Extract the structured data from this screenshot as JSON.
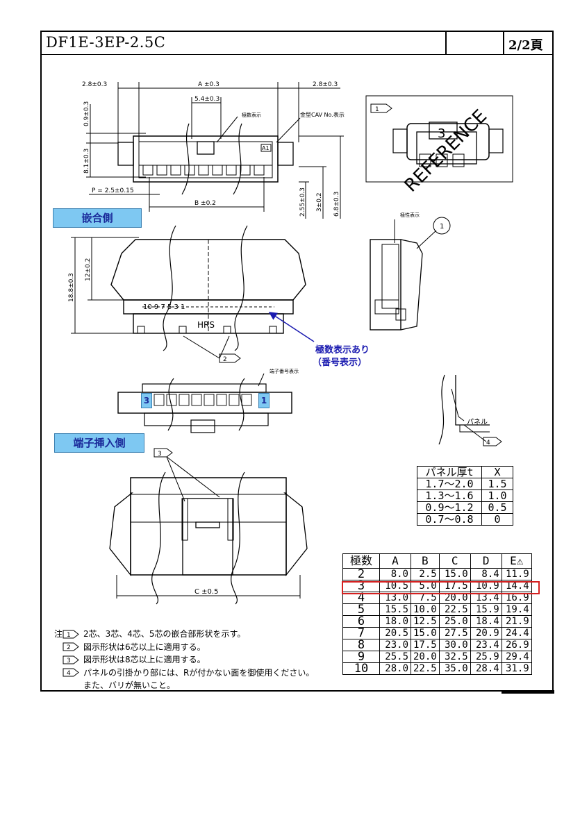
{
  "header": {
    "part_number": "DF1E-3EP-2.5C",
    "page": "2/2頁"
  },
  "top_view": {
    "dim_2_8_left": "2.8±0.3",
    "dim_A": "A ±0.3",
    "dim_2_8_right": "2.8±0.3",
    "dim_5_4": "5.4±0.3",
    "dim_0_9": "0.9±0.3",
    "dim_8_1": "8.1±0.3",
    "dim_P": "P = 2.5±0.15",
    "dim_B": "B ±0.2",
    "dim_2_55": "2.55±0.3",
    "dim_3": "3±0.2",
    "dim_6_8": "6.8±0.3",
    "lbl_poles": "極数表示",
    "lbl_cav": "金型CAV No.表示",
    "cav_mark": "A1"
  },
  "detail1": {
    "callout": "1",
    "pole_mark": "3",
    "watermark": "REFERENCE"
  },
  "mating_section": {
    "tag": "嵌合側",
    "dim_18_8": "18.8±0.3",
    "dim_12": "12±0.2",
    "scale_marks": "10 9 7 5 3 1",
    "logo": "HRS",
    "callout": "2",
    "note_line1": "極数表示あり",
    "note_line2": "（番号表示）"
  },
  "side_view": {
    "lbl_polarity": "極性表示",
    "callout": "1"
  },
  "terminal_view": {
    "lbl_terminal_no": "端子番号表示",
    "num_left": "3",
    "num_right": "1"
  },
  "insert_section": {
    "tag": "端子挿入側",
    "callout": "3",
    "dim_C": "C ±0.5"
  },
  "panel_detail": {
    "panel_label": "パネル",
    "callout": "4"
  },
  "panel_table": {
    "headers": [
      "パネル厚t",
      "X"
    ],
    "rows": [
      [
        "1.7～2.0",
        "1.5"
      ],
      [
        "1.3～1.6",
        "1.0"
      ],
      [
        "0.9～1.2",
        "0.5"
      ],
      [
        "0.7～0.8",
        "0"
      ]
    ]
  },
  "pole_table": {
    "headers": [
      "極数",
      "A",
      "B",
      "C",
      "D",
      "E"
    ],
    "highlighted_row": 1,
    "rows": [
      [
        "2",
        "8.0",
        "2.5",
        "15.0",
        "8.4",
        "11.9"
      ],
      [
        "3",
        "10.5",
        "5.0",
        "17.5",
        "10.9",
        "14.4"
      ],
      [
        "4",
        "13.0",
        "7.5",
        "20.0",
        "13.4",
        "16.9"
      ],
      [
        "5",
        "15.5",
        "10.0",
        "22.5",
        "15.9",
        "19.4"
      ],
      [
        "6",
        "18.0",
        "12.5",
        "25.0",
        "18.4",
        "21.9"
      ],
      [
        "7",
        "20.5",
        "15.0",
        "27.5",
        "20.9",
        "24.4"
      ],
      [
        "8",
        "23.0",
        "17.5",
        "30.0",
        "23.4",
        "26.9"
      ],
      [
        "9",
        "25.5",
        "20.0",
        "32.5",
        "25.9",
        "29.4"
      ],
      [
        "10",
        "28.0",
        "22.5",
        "35.0",
        "28.4",
        "31.9"
      ]
    ]
  },
  "notes": {
    "prefix": "注",
    "items": [
      {
        "num": "1",
        "text": "2芯、3芯、4芯、5芯の嵌合部形状を示す。"
      },
      {
        "num": "2",
        "text": "図示形状は6芯以上に適用する。"
      },
      {
        "num": "3",
        "text": "図示形状は8芯以上に適用する。"
      },
      {
        "num": "4",
        "text": "パネルの引掛かり部には、Rが付かない面を御使用ください。"
      }
    ],
    "continuation": "また、バリが無いこと。"
  }
}
